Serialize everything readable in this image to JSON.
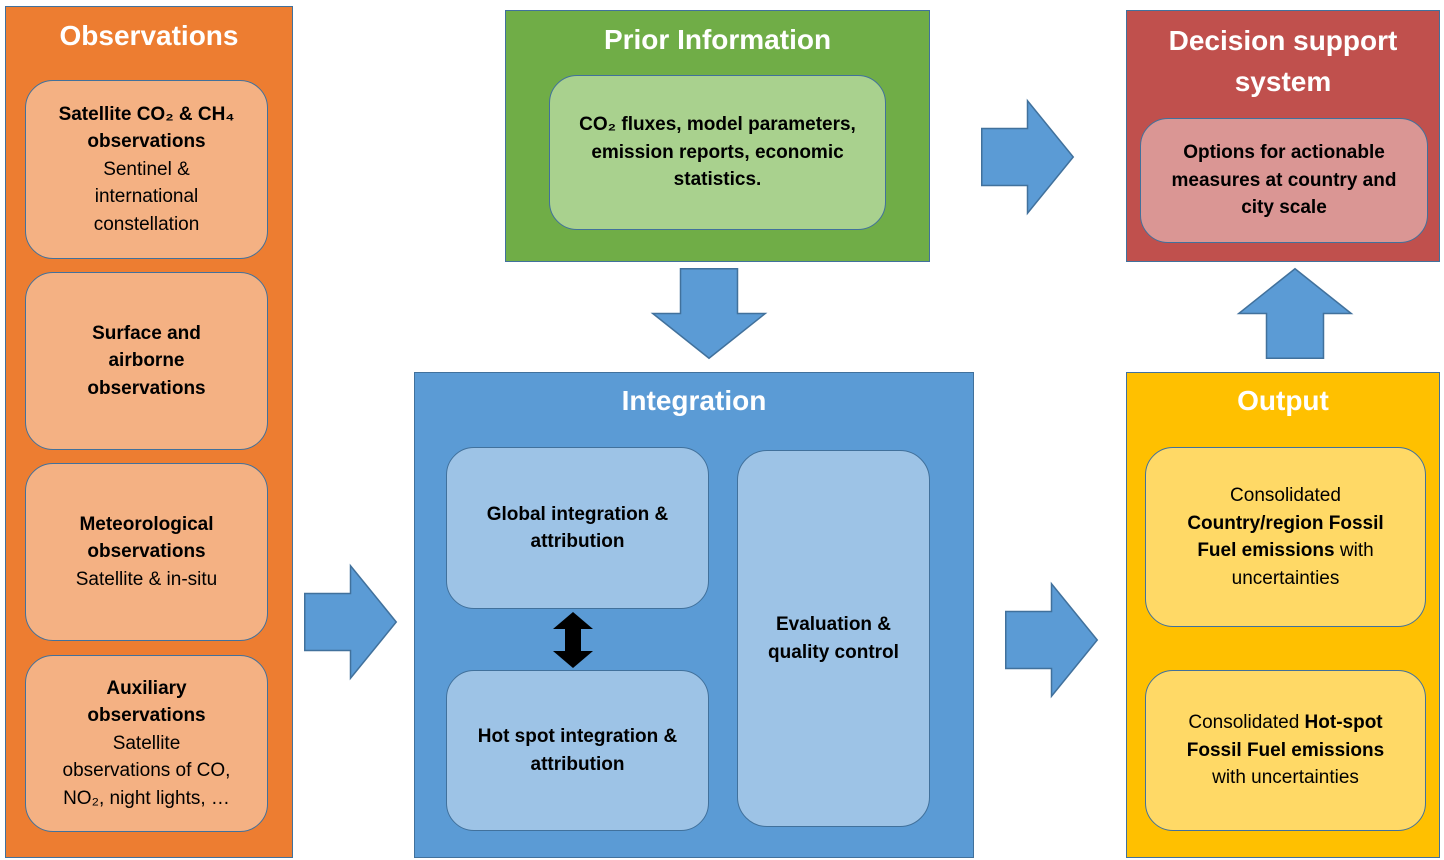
{
  "observations": {
    "title": "Observations",
    "items": [
      {
        "label": "Satellite CO₂ & CH₄ observations",
        "detail": "Sentinel & international constellation"
      },
      {
        "label": "Surface and airborne observations"
      },
      {
        "label": "Meteorological observations",
        "detail": "Satellite & in-situ"
      },
      {
        "label": "Auxiliary observations",
        "detail": "Satellite observations of CO, NO₂, night lights, …"
      }
    ]
  },
  "prior_information": {
    "title": "Prior Information",
    "content": "CO₂ fluxes, model parameters, emission reports, economic statistics."
  },
  "decision_support": {
    "title": "Decision support system",
    "content": "Options for actionable measures at country and city scale"
  },
  "integration": {
    "title": "Integration",
    "global": "Global integration & attribution",
    "hot_spot": "Hot spot integration & attribution",
    "evaluation": "Evaluation & quality control"
  },
  "output": {
    "title": "Output",
    "items": [
      {
        "prefix": "Consolidated",
        "emphasis": "Country/region Fossil Fuel emissions",
        "suffix": "with uncertainties"
      },
      {
        "prefix": "Consolidated",
        "emphasis": "Hot-spot Fossil Fuel emissions",
        "suffix": "with uncertainties"
      }
    ]
  },
  "colors": {
    "observations": "#ED7D31",
    "observations_box": "#F4B183",
    "prior": "#70AD47",
    "prior_box": "#A9D18E",
    "decision": "#C0504D",
    "decision_box": "#DA9694",
    "integration": "#5B9BD5",
    "integration_box": "#9DC3E6",
    "output": "#FFC000",
    "output_box": "#FFD966",
    "arrow": "#5B9BD5",
    "outline": "#41719C",
    "bidirectional_arrow": "#000000"
  }
}
